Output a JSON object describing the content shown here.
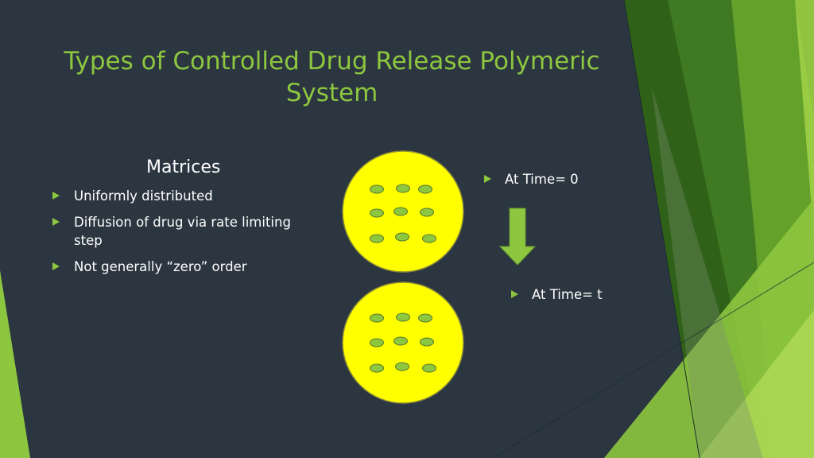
{
  "title": "Types of Controlled Drug Release Polymeric System",
  "subheading": "Matrices",
  "bullets": [
    "Uniformly distributed",
    "Diffusion of drug via rate limiting step",
    "Not generally “zero” order"
  ],
  "time_labels": {
    "start": "At Time= 0",
    "end": "At Time= t"
  },
  "colors": {
    "background": "#2b3640",
    "accent_green": "#8dc63f",
    "matrix_fill": "#ffff00",
    "drug_particle": "#8dc63f"
  },
  "icons": {
    "bullet": "triangle-right-icon",
    "arrow": "arrow-down-icon"
  }
}
